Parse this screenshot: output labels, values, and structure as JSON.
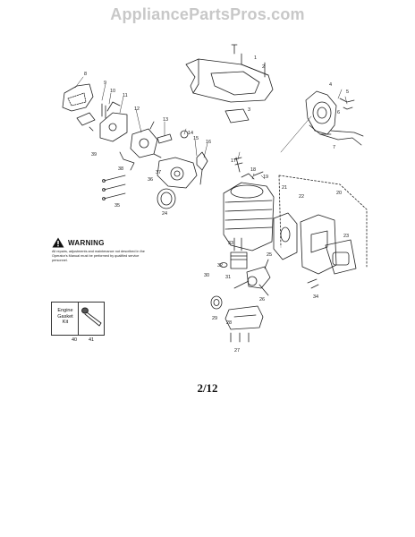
{
  "watermark": "AppliancePartsPros.com",
  "warning": {
    "title": "WARNING",
    "text": "All repairs, adjustments and maintenance not described in the Operator's Manual must be performed by qualified service personnel."
  },
  "kit": {
    "label": "Engine\nGasket\nKit",
    "left_number": "40",
    "right_number": "41"
  },
  "callouts": [
    "1",
    "2",
    "3",
    "4",
    "5",
    "6",
    "7",
    "8",
    "9",
    "10",
    "11",
    "12",
    "13",
    "14",
    "15",
    "16",
    "17",
    "18",
    "19",
    "20",
    "21",
    "22",
    "23",
    "24",
    "25",
    "26",
    "27",
    "28",
    "29",
    "30",
    "31",
    "32",
    "33",
    "34",
    "35",
    "36",
    "37",
    "38",
    "39"
  ],
  "page_number": "2/12"
}
